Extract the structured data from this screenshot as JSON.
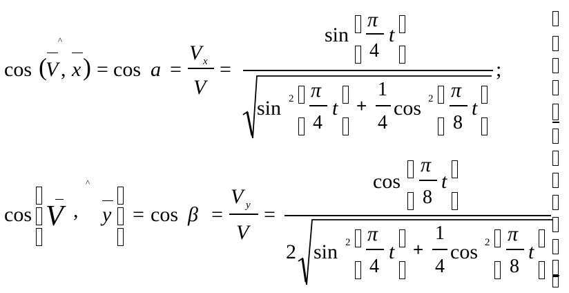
{
  "formula1": {
    "lhs_func": "cos",
    "lparen": "(",
    "rparen": ")",
    "hat": "^",
    "vec_V": "V",
    "comma": ",",
    "vec_x": "x",
    "eq": "=",
    "cos": "cos",
    "angle": "a",
    "Vx_V": "V",
    "Vx_sub": "x",
    "denom_V": "V",
    "num_sin": "sin",
    "pi": "π",
    "four": "4",
    "t": "t",
    "sin": "sin",
    "cos2": "cos",
    "sq": "2",
    "plus": "+",
    "one": "1",
    "eight": "8",
    "semicolon": ";"
  },
  "formula2": {
    "lhs_func": "cos",
    "vec_V": "V",
    "comma": ",",
    "hat": "^",
    "vec_y": "y",
    "eq": "=",
    "cos": "cos",
    "angle": "β",
    "Vy_V": "V",
    "Vy_sub": "y",
    "denom_V": "V",
    "num_cos": "cos",
    "pi": "π",
    "eight": "8",
    "four": "4",
    "t": "t",
    "two": "2",
    "sin": "sin",
    "cos2": "cos",
    "sq": "2",
    "plus": "+",
    "one": "1"
  }
}
